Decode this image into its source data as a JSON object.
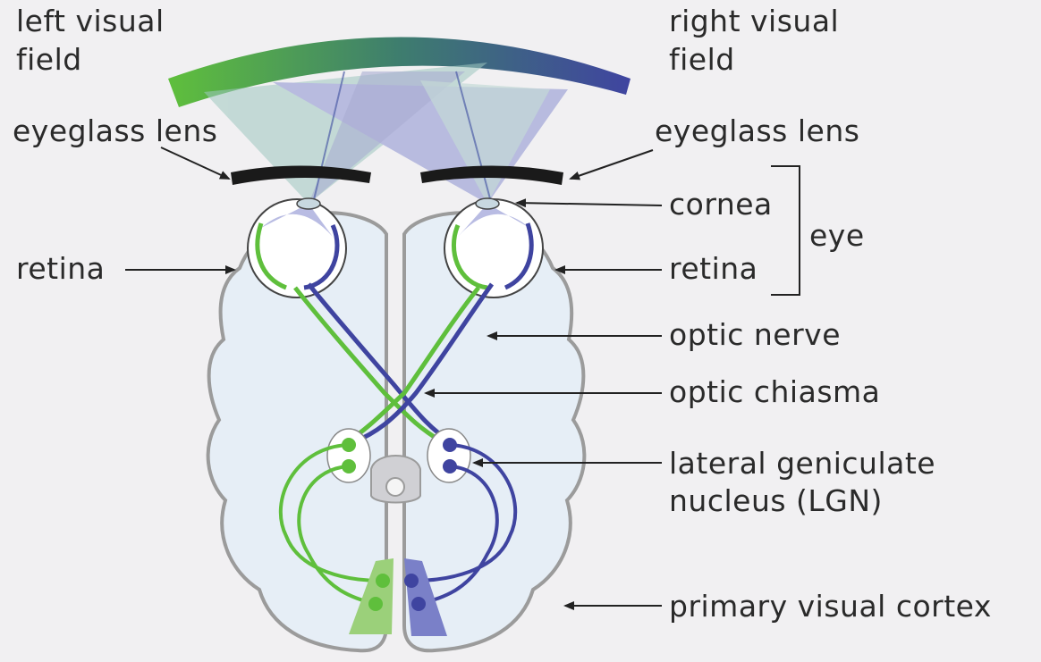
{
  "colors": {
    "background": "#f1f0f2",
    "brain_fill": "#e6eef6",
    "brain_outline": "#9b9b9b",
    "left_pathway": "#5fbf3c",
    "right_pathway": "#3f44a0",
    "light_green": "#9bd07a",
    "light_purple": "#7a80c8",
    "lens": "#1a1a1a"
  },
  "labels": {
    "left_field": [
      "left visual",
      "field"
    ],
    "right_field": [
      "right visual",
      "field"
    ],
    "eyeglass_left": "eyeglass lens",
    "eyeglass_right": "eyeglass lens",
    "cornea": "cornea",
    "eye": "eye",
    "retina_left": "retina",
    "retina_right": "retina",
    "optic_nerve": "optic nerve",
    "optic_chiasma": "optic chiasma",
    "lgn": [
      "lateral geniculate",
      "nucleus (LGN)"
    ],
    "primary_visual_cortex": "primary visual cortex"
  }
}
